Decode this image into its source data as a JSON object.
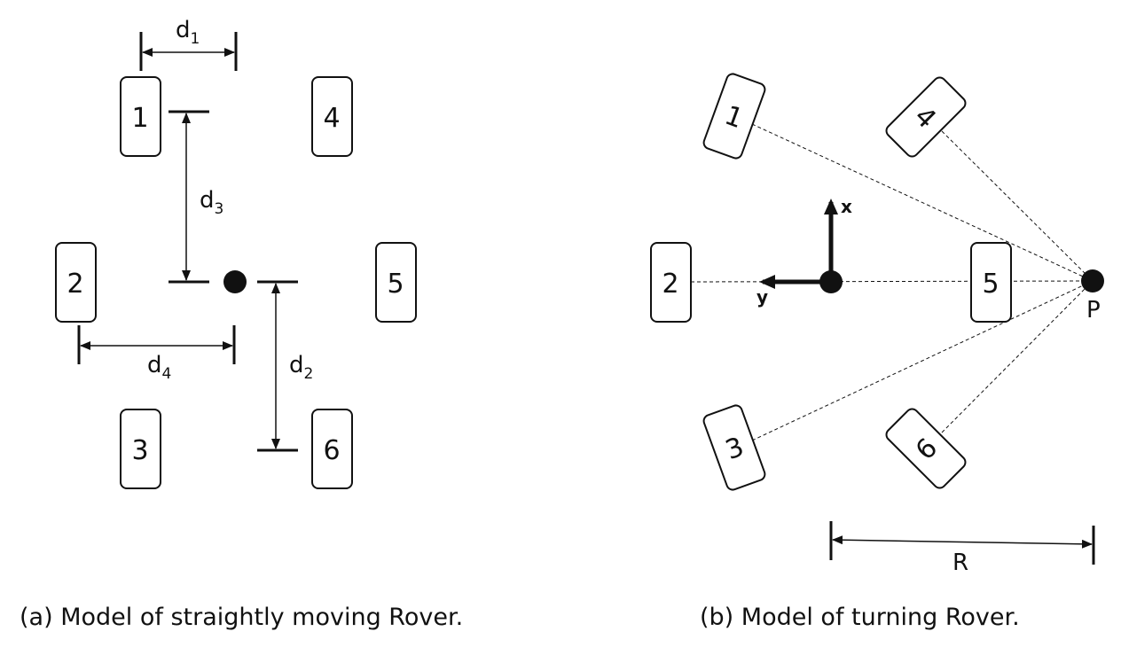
{
  "panel_a": {
    "wheels": [
      "1",
      "2",
      "3",
      "4",
      "5",
      "6"
    ],
    "dims": [
      {
        "base": "d",
        "sub": "1"
      },
      {
        "base": "d",
        "sub": "3"
      },
      {
        "base": "d",
        "sub": "4"
      },
      {
        "base": "d",
        "sub": "2"
      }
    ],
    "caption": "(a) Model of straightly moving Rover."
  },
  "panel_b": {
    "wheels": [
      "1",
      "4",
      "2",
      "5",
      "3",
      "6"
    ],
    "axis_x": "x",
    "axis_y": "y",
    "point_label": "P",
    "radius_label": "R",
    "caption": "(b) Model of turning Rover."
  }
}
